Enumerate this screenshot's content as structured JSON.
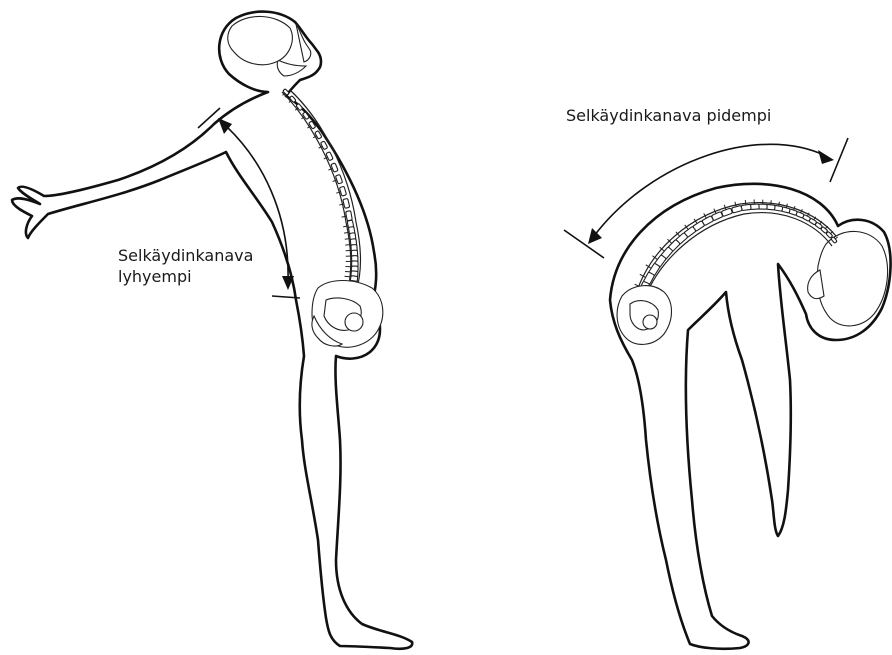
{
  "labels": {
    "left_line1": "Selkäydinkanava",
    "left_line2": "lyhyempi",
    "right": "Selkäydinkanava pidempi"
  },
  "colors": {
    "outline": "#111111",
    "background": "#ffffff"
  }
}
